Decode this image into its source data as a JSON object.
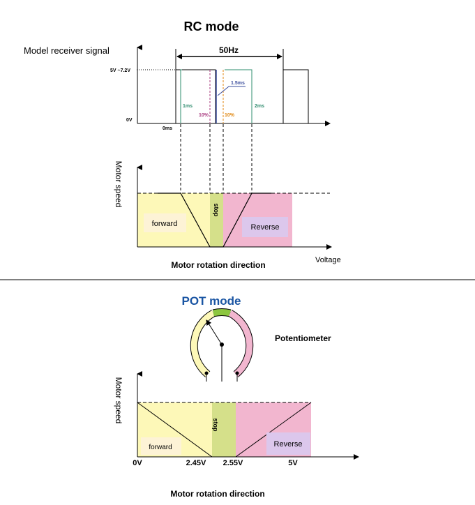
{
  "rc": {
    "title": "RC mode",
    "signal_label": "Model receiver signal",
    "frequency_label": "50Hz",
    "voltage_high_label": "5V ~7.2V",
    "voltage_low_label": "0V",
    "time_zero_label": "0ms",
    "pulse_min_label": "1ms",
    "pulse_mid_label": "1.5ms",
    "pulse_max_label": "2ms",
    "deadband_left_label": "10%",
    "deadband_right_label": "10%",
    "speed_axis_label": "Motor speed",
    "forward_label": "forward",
    "stop_label": "stop",
    "reverse_label": "Reverse",
    "x_axis_label": "Voltage",
    "footer_label": "Motor rotation direction"
  },
  "pot": {
    "title": "POT mode",
    "potentiometer_label": "Potentiometer",
    "speed_axis_label": "Motor speed",
    "forward_label": "forward",
    "stop_label": "stop",
    "reverse_label": "Reverse",
    "tick_0v": "0V",
    "tick_245v": "2.45V",
    "tick_255v": "2.55V",
    "tick_5v": "5V",
    "footer_label": "Motor rotation direction"
  },
  "colors": {
    "forward_zone": "#fdf8b8",
    "stop_zone": "#d5e08a",
    "reverse_zone": "#f2b6cf",
    "forward_label_bg": "#fdf3d6",
    "reverse_label_bg": "#dcc7ec",
    "pot_title": "#1a55a3",
    "pulse_green": "#2e8c6e",
    "pulse_blue": "#3a4c9c",
    "deadband_magenta": "#a8387e",
    "deadband_orange": "#e0860f",
    "arc_stop": "#8cc63f"
  }
}
